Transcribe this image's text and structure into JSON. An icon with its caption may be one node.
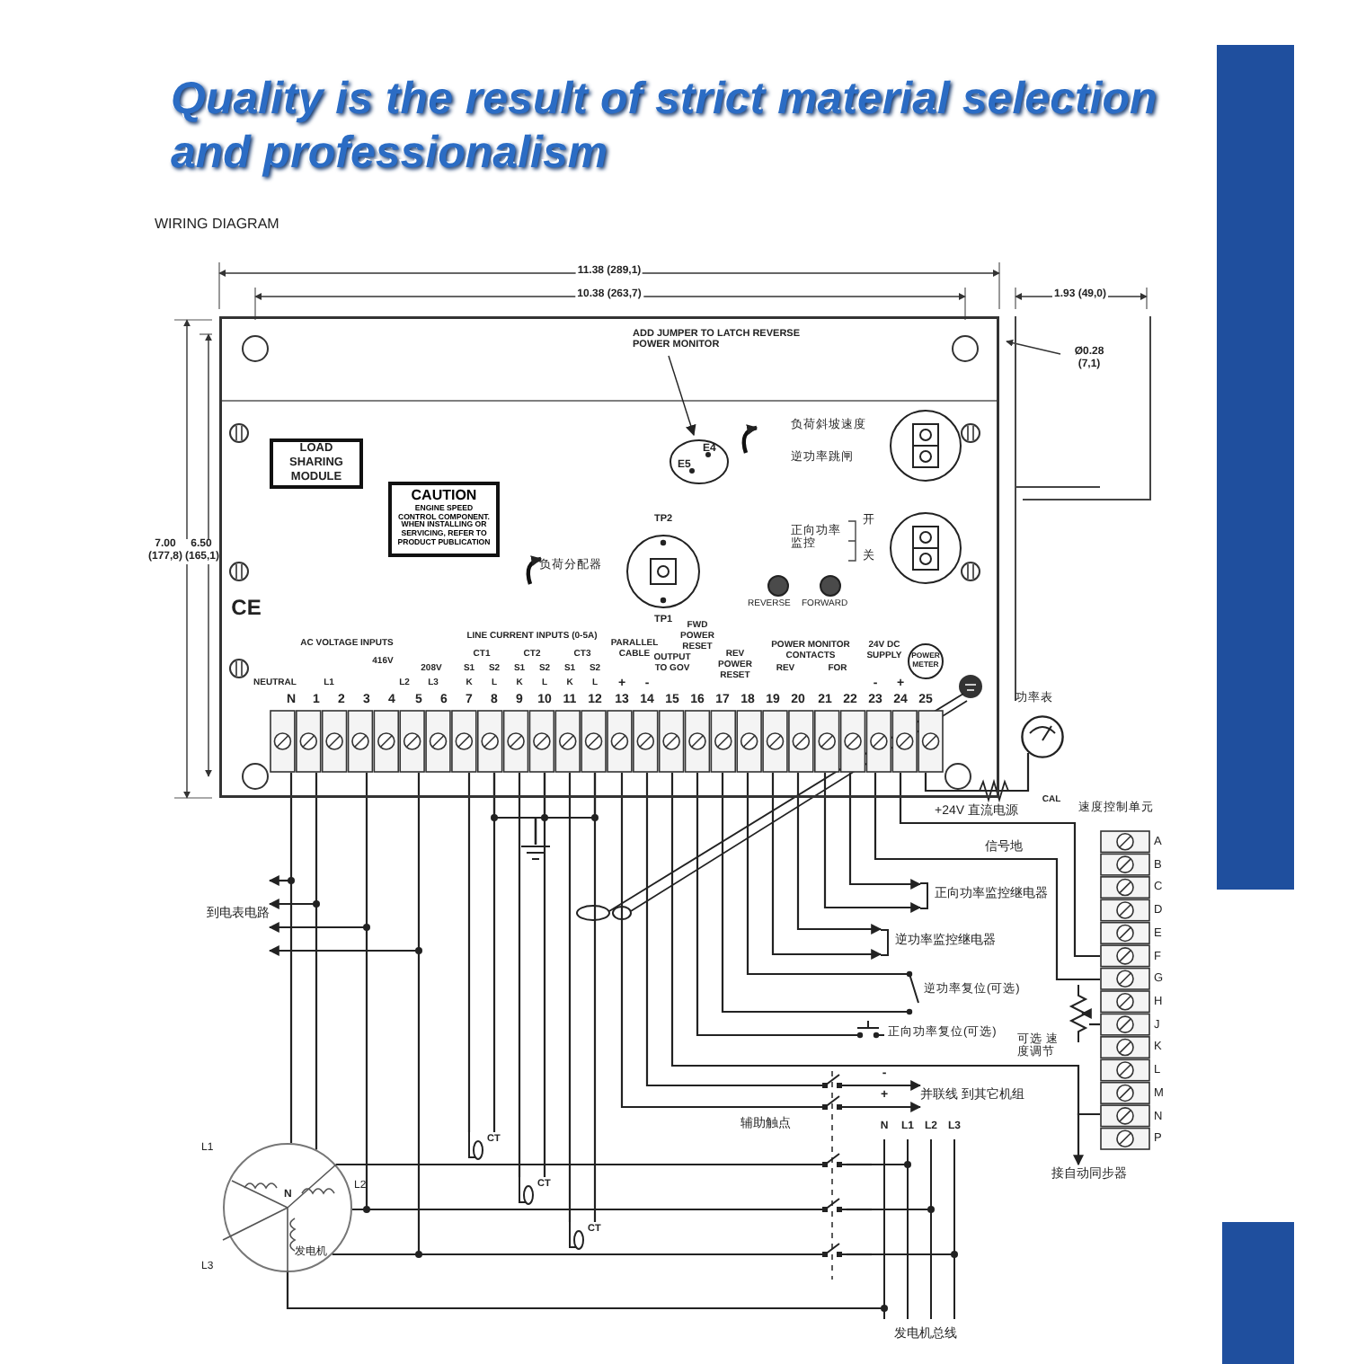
{
  "diagram": {
    "title": "Quality is the result of strict material selection and professionalism",
    "nodes": [
      {
        "text": [],
        "shape": "box"
      },
      {
        "text": [
          "LOAD SHARING MODULE"
        ],
        "in": 0
      },
      {
        "text": [
          "CAUTION",
          "ENGINE SPEED CONTROL COMPONENT. WHEN INSTALLING OR SERVICING, REFER TO PRODUCT PUBLICATION"
        ],
        "in": 0
      },
      {
        "text": [
          "E5",
          "E4"
        ],
        "in": 0
      },
      {
        "text": [
          "ADD JUMPER TO LATCH REVERSE POWER MONITOR"
        ],
        "in": 0
      },
      {
        "text": [
          "TP2",
          "TP1"
        ],
        "beside": [
          "负荷分配器"
        ],
        "in": 0
      },
      {
        "text": [],
        "shape": "circle",
        "beside": [
          "负荷斜坡速度",
          "逆功率跳闸"
        ],
        "in": 0
      },
      {
        "text": [],
        "shape": "circle",
        "beside": [
          "正向功率监控",
          "开",
          "关"
        ],
        "in": 0
      },
      {
        "text": [],
        "shape": "circle",
        "beside": [
          "REVERSE"
        ],
        "in": 0
      },
      {
        "text": [],
        "shape": "circle",
        "beside": [
          "FORWARD"
        ],
        "in": 0
      },
      {
        "text": [],
        "shape": "bar",
        "beside": [
          "N",
          "1",
          "2",
          "3",
          "4",
          "5",
          "6",
          "7",
          "8",
          "9",
          "10",
          "11",
          "12",
          "13",
          "14",
          "15",
          "16",
          "17",
          "18",
          "19",
          "20",
          "21",
          "22",
          "23",
          "24",
          "25"
        ],
        "in": 0
      },
      {
        "text": [
          "POWER METER"
        ],
        "in": 0
      },
      {
        "text": [],
        "shape": "circle",
        "beside": [
          "功率表"
        ]
      },
      {
        "text": [],
        "shape": "bar",
        "beside": [
          "速度控制单元",
          "A",
          "B",
          "C",
          "D",
          "E",
          "F",
          "G",
          "H",
          "J",
          "K",
          "L",
          "M",
          "N",
          "P"
        ]
      },
      {
        "text": [
          "N",
          "发电机"
        ],
        "beside": [
          "L1",
          "L2",
          "L3"
        ]
      },
      {
        "text": [
          "CT"
        ]
      },
      {
        "text": [
          "CT"
        ]
      },
      {
        "text": [
          "CT"
        ]
      },
      {
        "text": [
          "发电机总线"
        ],
        "beside": [
          "N",
          "L1",
          "L2",
          "L3"
        ]
      },
      {
        "text": [],
        "shape": "switch",
        "beside": [
          "辅助触点"
        ]
      },
      {
        "text": [
          "到电表电路"
        ]
      },
      {
        "text": [
          "正向功率监控继电器"
        ]
      },
      {
        "text": [
          "逆功率监控继电器"
        ]
      },
      {
        "text": [
          "逆功率复位(可选)"
        ]
      },
      {
        "text": [
          "正向功率复位(可选)"
        ]
      },
      {
        "text": [
          "并联线 到其它机组"
        ]
      },
      {
        "text": [
          "接自动同步器"
        ]
      },
      {
        "text": [],
        "shape": "resistor",
        "beside": [
          "可选 速度调节"
        ]
      },
      {
        "text": [],
        "shape": "ground"
      }
    ],
    "edges": [
      {
        "from": 10,
        "to": 14,
        "arrow": "none"
      },
      {
        "from": 10,
        "to": 14,
        "arrow": "none"
      },
      {
        "from": 10,
        "to": 14,
        "arrow": "none"
      },
      {
        "from": 10,
        "to": 14,
        "arrow": "none"
      },
      {
        "from": null,
        "to": 20,
        "arrow": "to"
      },
      {
        "from": null,
        "to": 20,
        "arrow": "to"
      },
      {
        "from": null,
        "to": 20,
        "arrow": "to"
      },
      {
        "from": null,
        "to": 20,
        "arrow": "to"
      },
      {
        "from": 10,
        "to": 15,
        "arrow": "none"
      },
      {
        "from": 10,
        "to": 15,
        "arrow": "none"
      },
      {
        "from": 10,
        "to": 16,
        "arrow": "none"
      },
      {
        "from": 10,
        "to": 16,
        "arrow": "none"
      },
      {
        "from": 10,
        "to": 17,
        "arrow": "none"
      },
      {
        "from": 10,
        "to": 17,
        "arrow": "none"
      },
      {
        "from": 14,
        "to": 19,
        "arrow": "none"
      },
      {
        "from": 14,
        "to": 19,
        "arrow": "none"
      },
      {
        "from": 14,
        "to": 19,
        "arrow": "none"
      },
      {
        "from": 14,
        "to": 18,
        "arrow": "none"
      },
      {
        "from": 19,
        "to": 18,
        "arrow": "none"
      },
      {
        "from": 19,
        "to": 18,
        "arrow": "none"
      },
      {
        "from": 19,
        "to": 18,
        "arrow": "none"
      },
      {
        "from": 10,
        "to": 19,
        "arrow": "none"
      },
      {
        "from": 10,
        "to": 19,
        "arrow": "none"
      },
      {
        "from": 19,
        "to": 25,
        "arrow": "to"
      },
      {
        "from": 19,
        "to": 25,
        "arrow": "to"
      },
      {
        "from": 10,
        "to": 13,
        "arrow": "none",
        "label": "+24V 直流电源"
      },
      {
        "from": 10,
        "to": 13,
        "arrow": "none",
        "label": "信号地"
      },
      {
        "from": 10,
        "to": 13,
        "arrow": "none"
      },
      {
        "from": 13,
        "to": 26,
        "arrow": "to"
      },
      {
        "from": 27,
        "to": 13,
        "arrow": "none"
      },
      {
        "from": 10,
        "to": 12,
        "arrow": "none"
      },
      {
        "from": 10,
        "to": 22,
        "arrow": "to"
      },
      {
        "from": 10,
        "to": 22,
        "arrow": "to"
      },
      {
        "from": 10,
        "to": 21,
        "arrow": "to"
      },
      {
        "from": 10,
        "to": 21,
        "arrow": "to"
      },
      {
        "from": 10,
        "to": 23,
        "arrow": "none"
      },
      {
        "from": 10,
        "to": 23,
        "arrow": "none"
      },
      {
        "from": 10,
        "to": 24,
        "arrow": "none"
      },
      {
        "from": 4,
        "to": 3,
        "arrow": "to"
      },
      {
        "from": 10,
        "to": 28,
        "arrow": "none"
      },
      {
        "from": 10,
        "to": 28,
        "arrow": "none"
      },
      {
        "from": 10,
        "to": 28,
        "arrow": "none"
      }
    ],
    "labels": [
      "WIRING DIAGRAM",
      "11.38 (289,1)",
      "10.38 (263,7)",
      "1.93 (49,0)",
      "Ø0.28 (7,1)",
      "7.00 (177,8)",
      "6.50 (165,1)",
      "CE",
      "AC VOLTAGE INPUTS",
      "416V",
      "208V",
      "NEUTRAL",
      "L1",
      "L2",
      "L3",
      "LINE CURRENT INPUTS (0-5A)",
      "CT1",
      "CT2",
      "CT3",
      "S1",
      "S2",
      "S1",
      "S2",
      "S1",
      "S2",
      "K",
      "L",
      "K",
      "L",
      "K",
      "L",
      "PARALLEL CABLE",
      "+",
      "-",
      "OUTPUT TO GOV",
      "FWD POWER RESET",
      "REV POWER RESET",
      "POWER MONITOR CONTACTS",
      "REV",
      "FOR",
      "24V DC SUPPLY",
      "-",
      "+",
      "CAL",
      "-",
      "+"
    ]
  }
}
